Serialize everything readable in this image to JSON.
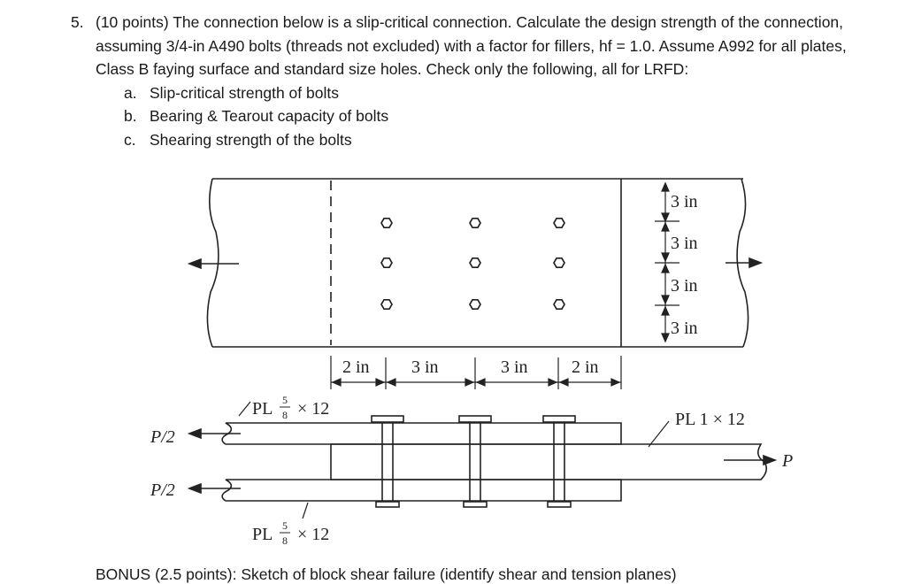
{
  "problem": {
    "number": "5.",
    "statement": [
      "(10 points) The connection below is a slip-critical connection. Calculate the design strength of the connection,",
      "assuming 3/4-in A490 bolts (threads not excluded) with a factor for fillers, hf = 1.0. Assume A992 for all plates,",
      "Class B faying surface and standard size holes. Check only the following, all for LRFD:"
    ],
    "items": [
      {
        "letter": "a.",
        "text": "Slip-critical strength of bolts"
      },
      {
        "letter": "b.",
        "text": "Bearing & Tearout capacity of bolts"
      },
      {
        "letter": "c.",
        "text": "Shearing strength of the bolts"
      }
    ]
  },
  "figure": {
    "vertical_dims": [
      "3 in",
      "3 in",
      "3 in",
      "3 in"
    ],
    "horizontal_dims": [
      "2 in",
      "3 in",
      "3 in",
      "2 in"
    ],
    "outer_plate_label": {
      "prefix": "PL",
      "num": "5",
      "den": "8",
      "suffix": "× 12"
    },
    "inner_plate_label": "PL 1 × 12",
    "load_left_top": "P/2",
    "load_left_bottom": "P/2",
    "load_right": "P"
  },
  "bonus": "BONUS (2.5 points): Sketch of block shear failure (identify shear and tension planes)"
}
